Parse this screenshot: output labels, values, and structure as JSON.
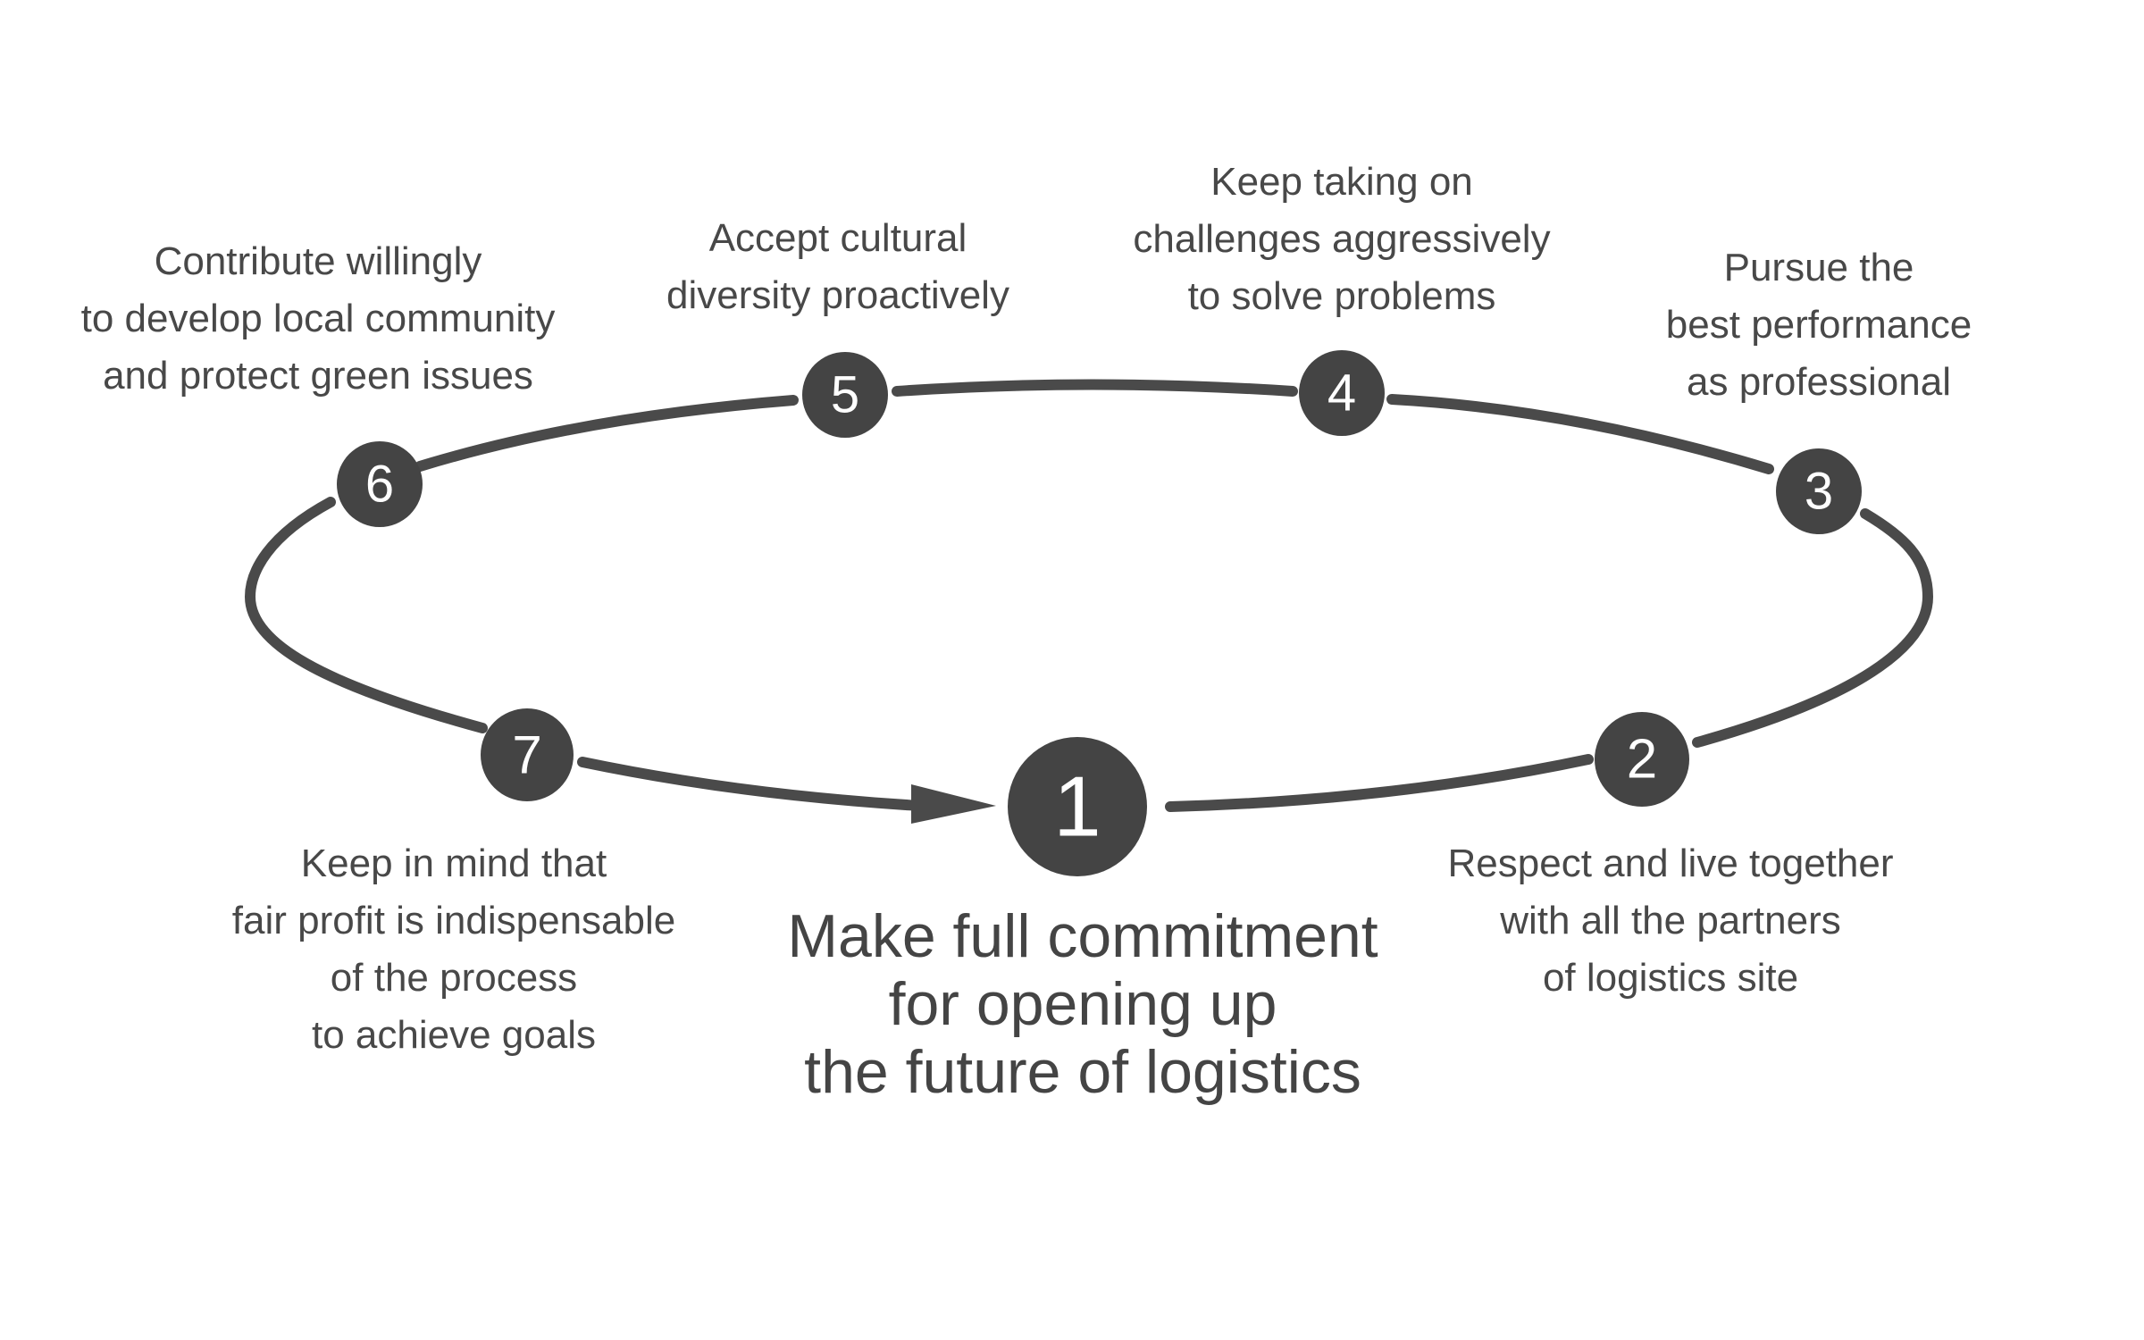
{
  "colors": {
    "ring": "#4a4a4a",
    "node_fill": "#444444",
    "node_text": "#ffffff",
    "label_text": "#484848"
  },
  "nodes": [
    {
      "number": "1",
      "lines": [
        "Make full commitment",
        "for opening up",
        "the future of logistics"
      ]
    },
    {
      "number": "2",
      "lines": [
        "Respect and live together",
        "with all the partners",
        "of logistics site"
      ]
    },
    {
      "number": "3",
      "lines": [
        "Pursue the",
        "best performance",
        "as professional"
      ]
    },
    {
      "number": "4",
      "lines": [
        "Keep taking on",
        "challenges aggressively",
        "to solve problems"
      ]
    },
    {
      "number": "5",
      "lines": [
        "Accept cultural",
        "diversity proactively"
      ]
    },
    {
      "number": "6",
      "lines": [
        "Contribute willingly",
        "to develop local community",
        "and protect green issues"
      ]
    },
    {
      "number": "7",
      "lines": [
        "Keep in mind that",
        "fair profit  is indispensable",
        "of the process",
        "to achieve goals"
      ]
    }
  ]
}
